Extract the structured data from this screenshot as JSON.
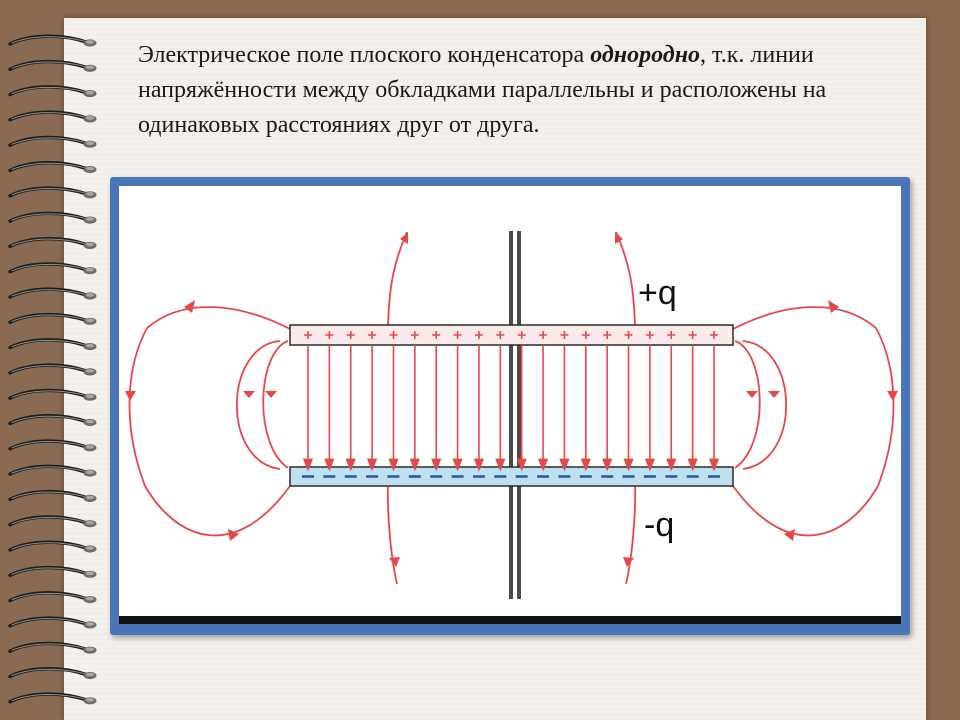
{
  "caption": {
    "text_before": "Электрическое поле плоского конденсатора ",
    "emphasis": "однородно",
    "text_after": ", т.к. линии напряжённости между обкладками параллельны и расположены на одинаковых расстояниях друг от друга."
  },
  "diagram": {
    "positive_label": "+q",
    "negative_label": "-q",
    "field_line_count": 20,
    "colors": {
      "field_line": "#e8474a",
      "positive_plate_fill": "#fbeaea",
      "negative_plate_fill": "#bfe0ee",
      "negative_marks": "#2b5aa8",
      "frame": "#4a76b8",
      "rod": "#4a4a4a"
    }
  }
}
